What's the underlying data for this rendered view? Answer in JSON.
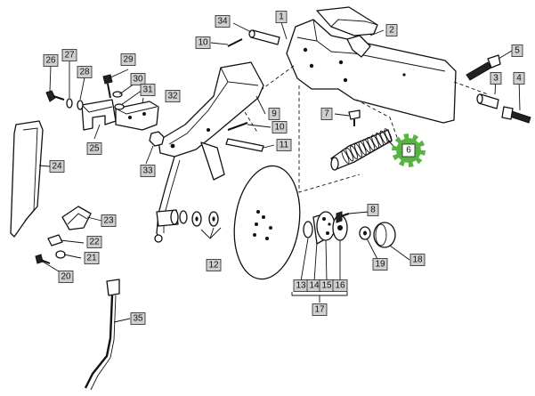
{
  "callouts": [
    {
      "id": "c1",
      "label": "1"
    },
    {
      "id": "c2",
      "label": "2"
    },
    {
      "id": "c3",
      "label": "3"
    },
    {
      "id": "c4",
      "label": "4"
    },
    {
      "id": "c5",
      "label": "5"
    },
    {
      "id": "c6",
      "label": "6"
    },
    {
      "id": "c7",
      "label": "7"
    },
    {
      "id": "c8",
      "label": "8"
    },
    {
      "id": "c9",
      "label": "9"
    },
    {
      "id": "c10a",
      "label": "10"
    },
    {
      "id": "c10b",
      "label": "10"
    },
    {
      "id": "c11",
      "label": "11"
    },
    {
      "id": "c12",
      "label": "12"
    },
    {
      "id": "c13",
      "label": "13"
    },
    {
      "id": "c14",
      "label": "14"
    },
    {
      "id": "c15",
      "label": "15"
    },
    {
      "id": "c16",
      "label": "16"
    },
    {
      "id": "c17",
      "label": "17"
    },
    {
      "id": "c18",
      "label": "18"
    },
    {
      "id": "c19",
      "label": "19"
    },
    {
      "id": "c20",
      "label": "20"
    },
    {
      "id": "c21",
      "label": "21"
    },
    {
      "id": "c22",
      "label": "22"
    },
    {
      "id": "c23",
      "label": "23"
    },
    {
      "id": "c24",
      "label": "24"
    },
    {
      "id": "c25",
      "label": "25"
    },
    {
      "id": "c26",
      "label": "26"
    },
    {
      "id": "c27",
      "label": "27"
    },
    {
      "id": "c28",
      "label": "28"
    },
    {
      "id": "c29",
      "label": "29"
    },
    {
      "id": "c30",
      "label": "30"
    },
    {
      "id": "c31",
      "label": "31"
    },
    {
      "id": "c32",
      "label": "32"
    },
    {
      "id": "c33",
      "label": "33"
    },
    {
      "id": "c34",
      "label": "34"
    },
    {
      "id": "c35",
      "label": "35"
    }
  ],
  "highlighted_part": "6",
  "highlight_color": "#56b541",
  "highlight_icon": "gear-icon"
}
